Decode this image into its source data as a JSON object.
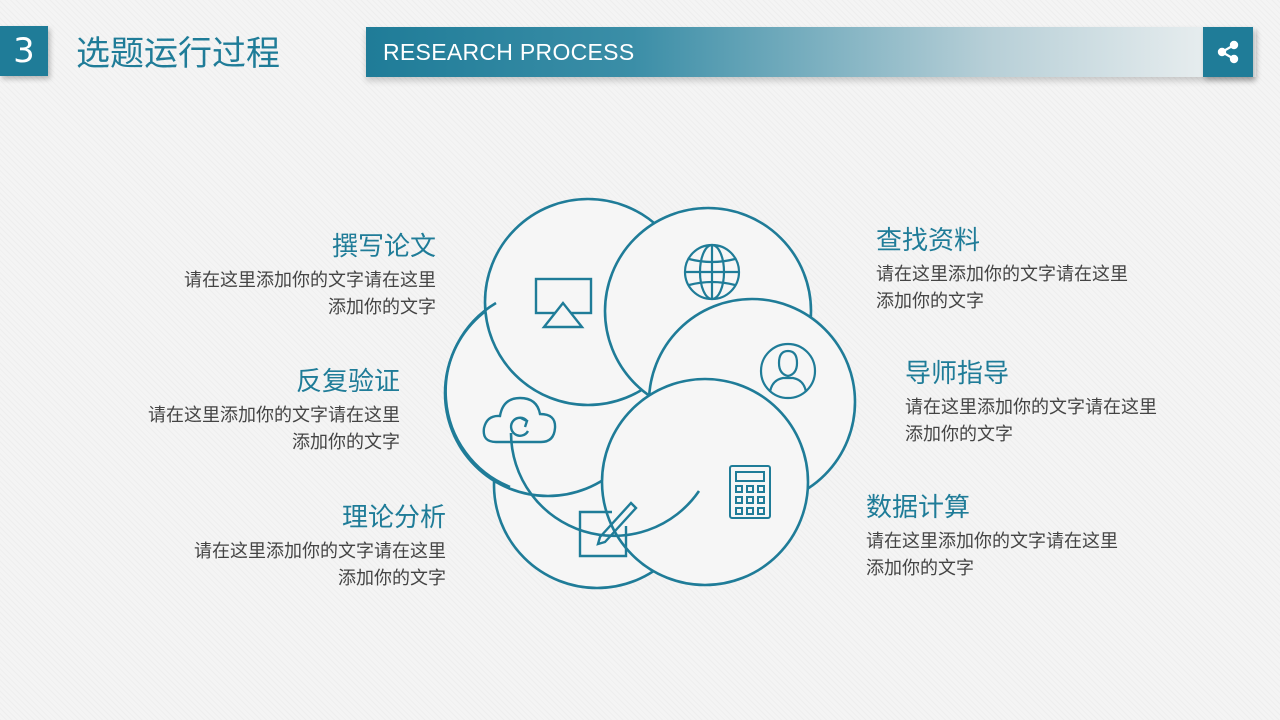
{
  "header": {
    "section_number": "3",
    "title": "选题运行过程",
    "banner_text": "RESEARCH PROCESS"
  },
  "colors": {
    "accent": "#1f7c98",
    "text": "#444444",
    "background": "#f4f4f4"
  },
  "share_button": {
    "icon": "share-icon"
  },
  "steps": [
    {
      "title": "撰写论文",
      "desc_line1": "请在这里添加你的文字请在这里",
      "desc_line2": "添加你的文字",
      "icon": "monitor-icon"
    },
    {
      "title": "查找资料",
      "desc_line1": "请在这里添加你的文字请在这里",
      "desc_line2": "添加你的文字",
      "icon": "globe-icon"
    },
    {
      "title": "反复验证",
      "desc_line1": "请在这里添加你的文字请在这里",
      "desc_line2": "添加你的文字",
      "icon": "cloud-refresh-icon"
    },
    {
      "title": "导师指导",
      "desc_line1": "请在这里添加你的文字请在这里",
      "desc_line2": "添加你的文字",
      "icon": "user-icon"
    },
    {
      "title": "理论分析",
      "desc_line1": "请在这里添加你的文字请在这里",
      "desc_line2": "添加你的文字",
      "icon": "edit-icon"
    },
    {
      "title": "数据计算",
      "desc_line1": "请在这里添加你的文字请在这里",
      "desc_line2": "添加你的文字",
      "icon": "calculator-icon"
    }
  ]
}
